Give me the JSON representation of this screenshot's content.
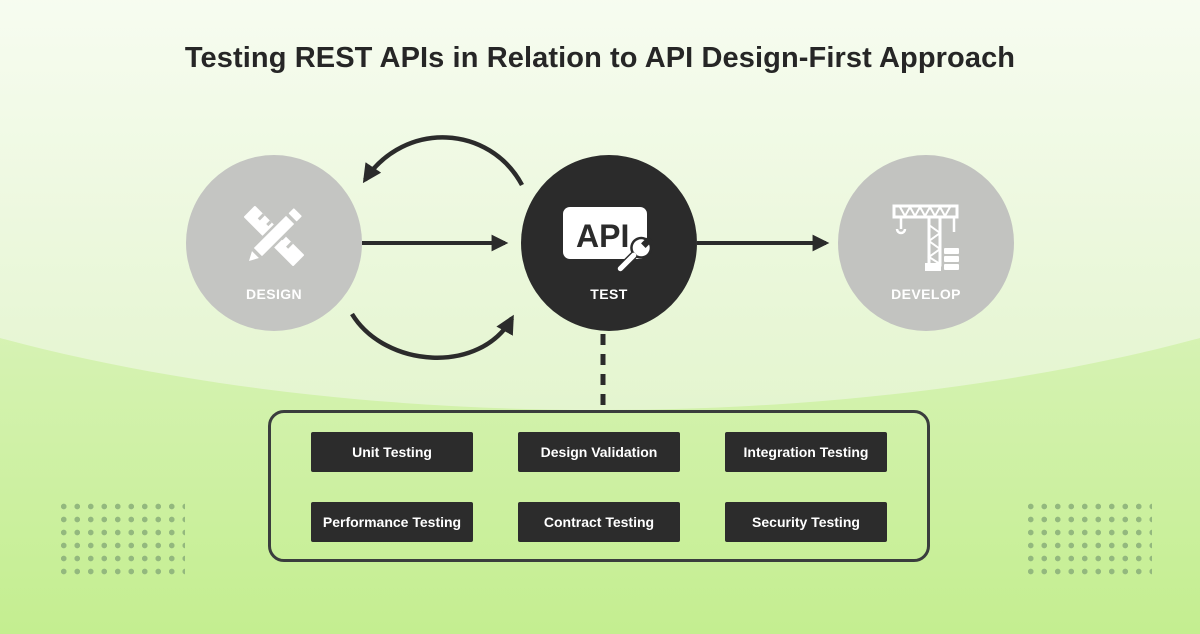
{
  "title": "Testing REST APIs in Relation to API Design-First Approach",
  "nodes": {
    "design": {
      "label": "DESIGN",
      "icon": "ruler-pencil-icon",
      "color": "#c4c5c2"
    },
    "test": {
      "label": "TEST",
      "icon": "api-wrench-icon",
      "badge": "API",
      "color": "#2b2b2b"
    },
    "develop": {
      "label": "DEVELOP",
      "icon": "crane-icon",
      "color": "#c2c3c0"
    }
  },
  "tests": [
    "Unit Testing",
    "Design Validation",
    "Integration Testing",
    "Performance Testing",
    "Contract Testing",
    "Security Testing"
  ],
  "colors": {
    "dark": "#2b2b2b",
    "gray": "#c4c5c2",
    "green_light": "#eaf7dc",
    "green": "#c6ef95",
    "dots": "#93b87e"
  }
}
